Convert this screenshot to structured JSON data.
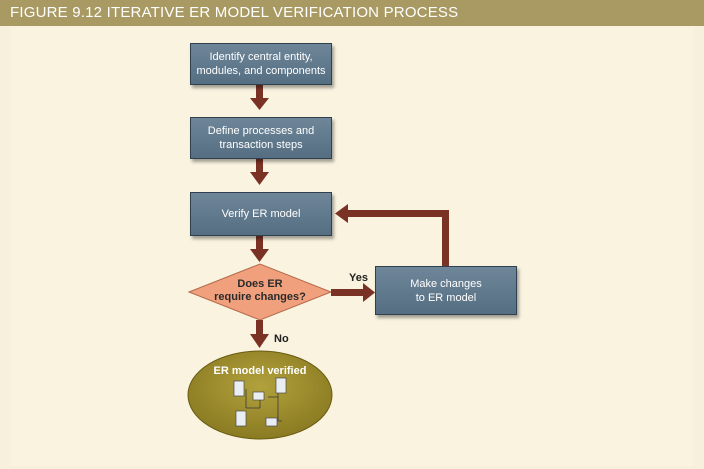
{
  "figure": {
    "title": "FIGURE 9.12  ITERATIVE ER MODEL VERIFICATION PROCESS"
  },
  "diagram": {
    "steps": [
      "Identify central entity,\nmodules, and components",
      "Define processes and\ntransaction steps",
      "Verify ER model"
    ],
    "decision": "Does ER\nrequire changes?",
    "change_step": "Make changes\nto ER model",
    "yes_label": "Yes",
    "no_label": "No",
    "end_state": "ER model verified",
    "colors": {
      "box": "#5f788b",
      "arrow": "#7a3225",
      "decision": "#f0a07c",
      "terminal": "#9a8a2c"
    }
  }
}
